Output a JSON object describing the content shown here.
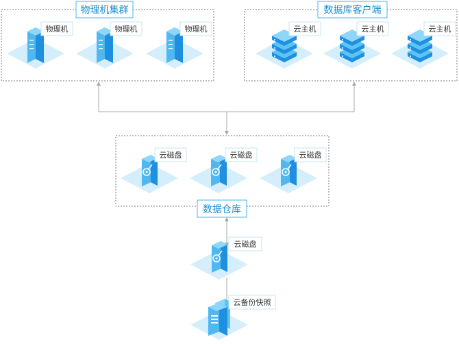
{
  "groups": {
    "physical_cluster": {
      "title": "物理机集群",
      "nodes": [
        "物理机",
        "物理机",
        "物理机"
      ]
    },
    "db_clients": {
      "title": "数据库客户端",
      "nodes": [
        "云主机",
        "云主机",
        "云主机"
      ]
    },
    "data_warehouse": {
      "title": "数据仓库",
      "nodes": [
        "云磁盘",
        "云磁盘",
        "云磁盘"
      ]
    }
  },
  "standalone": {
    "cloud_disk": "云磁盘",
    "cloud_backup": "云备份快照"
  },
  "icons": {
    "physical_machine": "server-tower-icon",
    "cloud_host": "server-stack-icon",
    "cloud_disk": "cloud-disk-icon",
    "cloud_backup": "backup-snapshot-icon"
  },
  "colors": {
    "accent": "#1a8fd1",
    "icon_light": "#5cc4f5",
    "icon_dark": "#1f8fe0",
    "plate": "#d5eefb",
    "connector": "#a8a8a8",
    "dashed_border": "#7a7a7a"
  }
}
